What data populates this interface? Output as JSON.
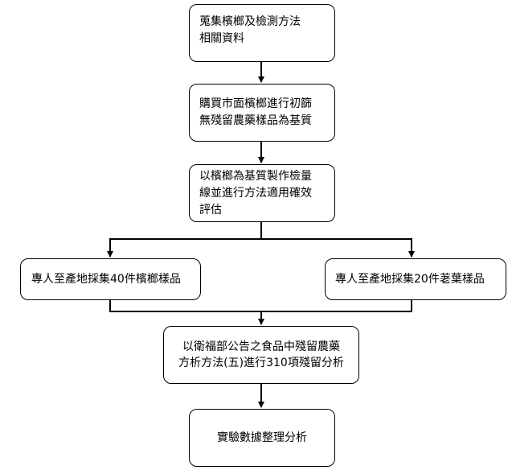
{
  "steps": [
    {
      "id": "b1",
      "text": "蒐集檳榔及檢測方法\n相關資料"
    },
    {
      "id": "b2",
      "text": "購買市面檳榔進行初篩\n無殘留農藥樣品為基質"
    },
    {
      "id": "b3",
      "text": "以檳榔為基質製作檢量\n線並進行方法適用確效\n評估"
    },
    {
      "id": "b4",
      "text": "專人至產地採集40件檳榔樣品"
    },
    {
      "id": "b5",
      "text": "專人至產地採集20件荖葉樣品"
    },
    {
      "id": "b6",
      "text": "以衛福部公告之食品中殘留農藥\n方析方法(五)進行310項殘留分析"
    },
    {
      "id": "b7",
      "text": "實驗數據整理分析"
    }
  ]
}
